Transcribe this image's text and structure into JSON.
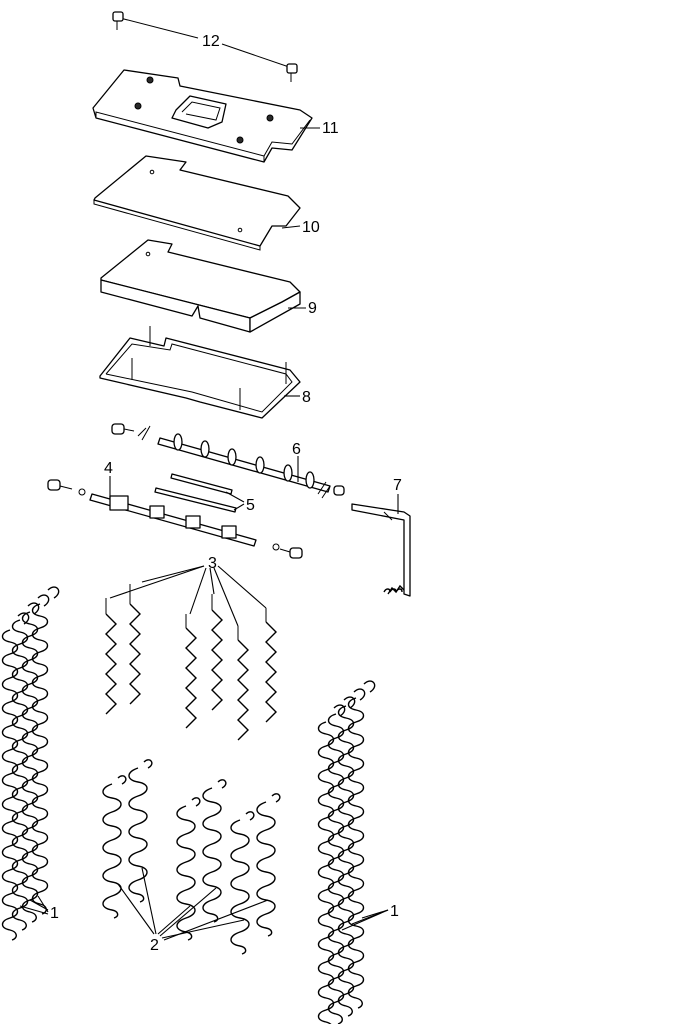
{
  "callouts": [
    {
      "id": "c12",
      "label": "12"
    },
    {
      "id": "c11",
      "label": "11"
    },
    {
      "id": "c10",
      "label": "10"
    },
    {
      "id": "c9",
      "label": "9"
    },
    {
      "id": "c8",
      "label": "8"
    },
    {
      "id": "c6",
      "label": "6"
    },
    {
      "id": "c4",
      "label": "4"
    },
    {
      "id": "c7",
      "label": "7"
    },
    {
      "id": "c5",
      "label": "5"
    },
    {
      "id": "c3",
      "label": "3"
    },
    {
      "id": "c1a",
      "label": "1"
    },
    {
      "id": "c1b",
      "label": "1"
    },
    {
      "id": "c2",
      "label": "2"
    }
  ]
}
